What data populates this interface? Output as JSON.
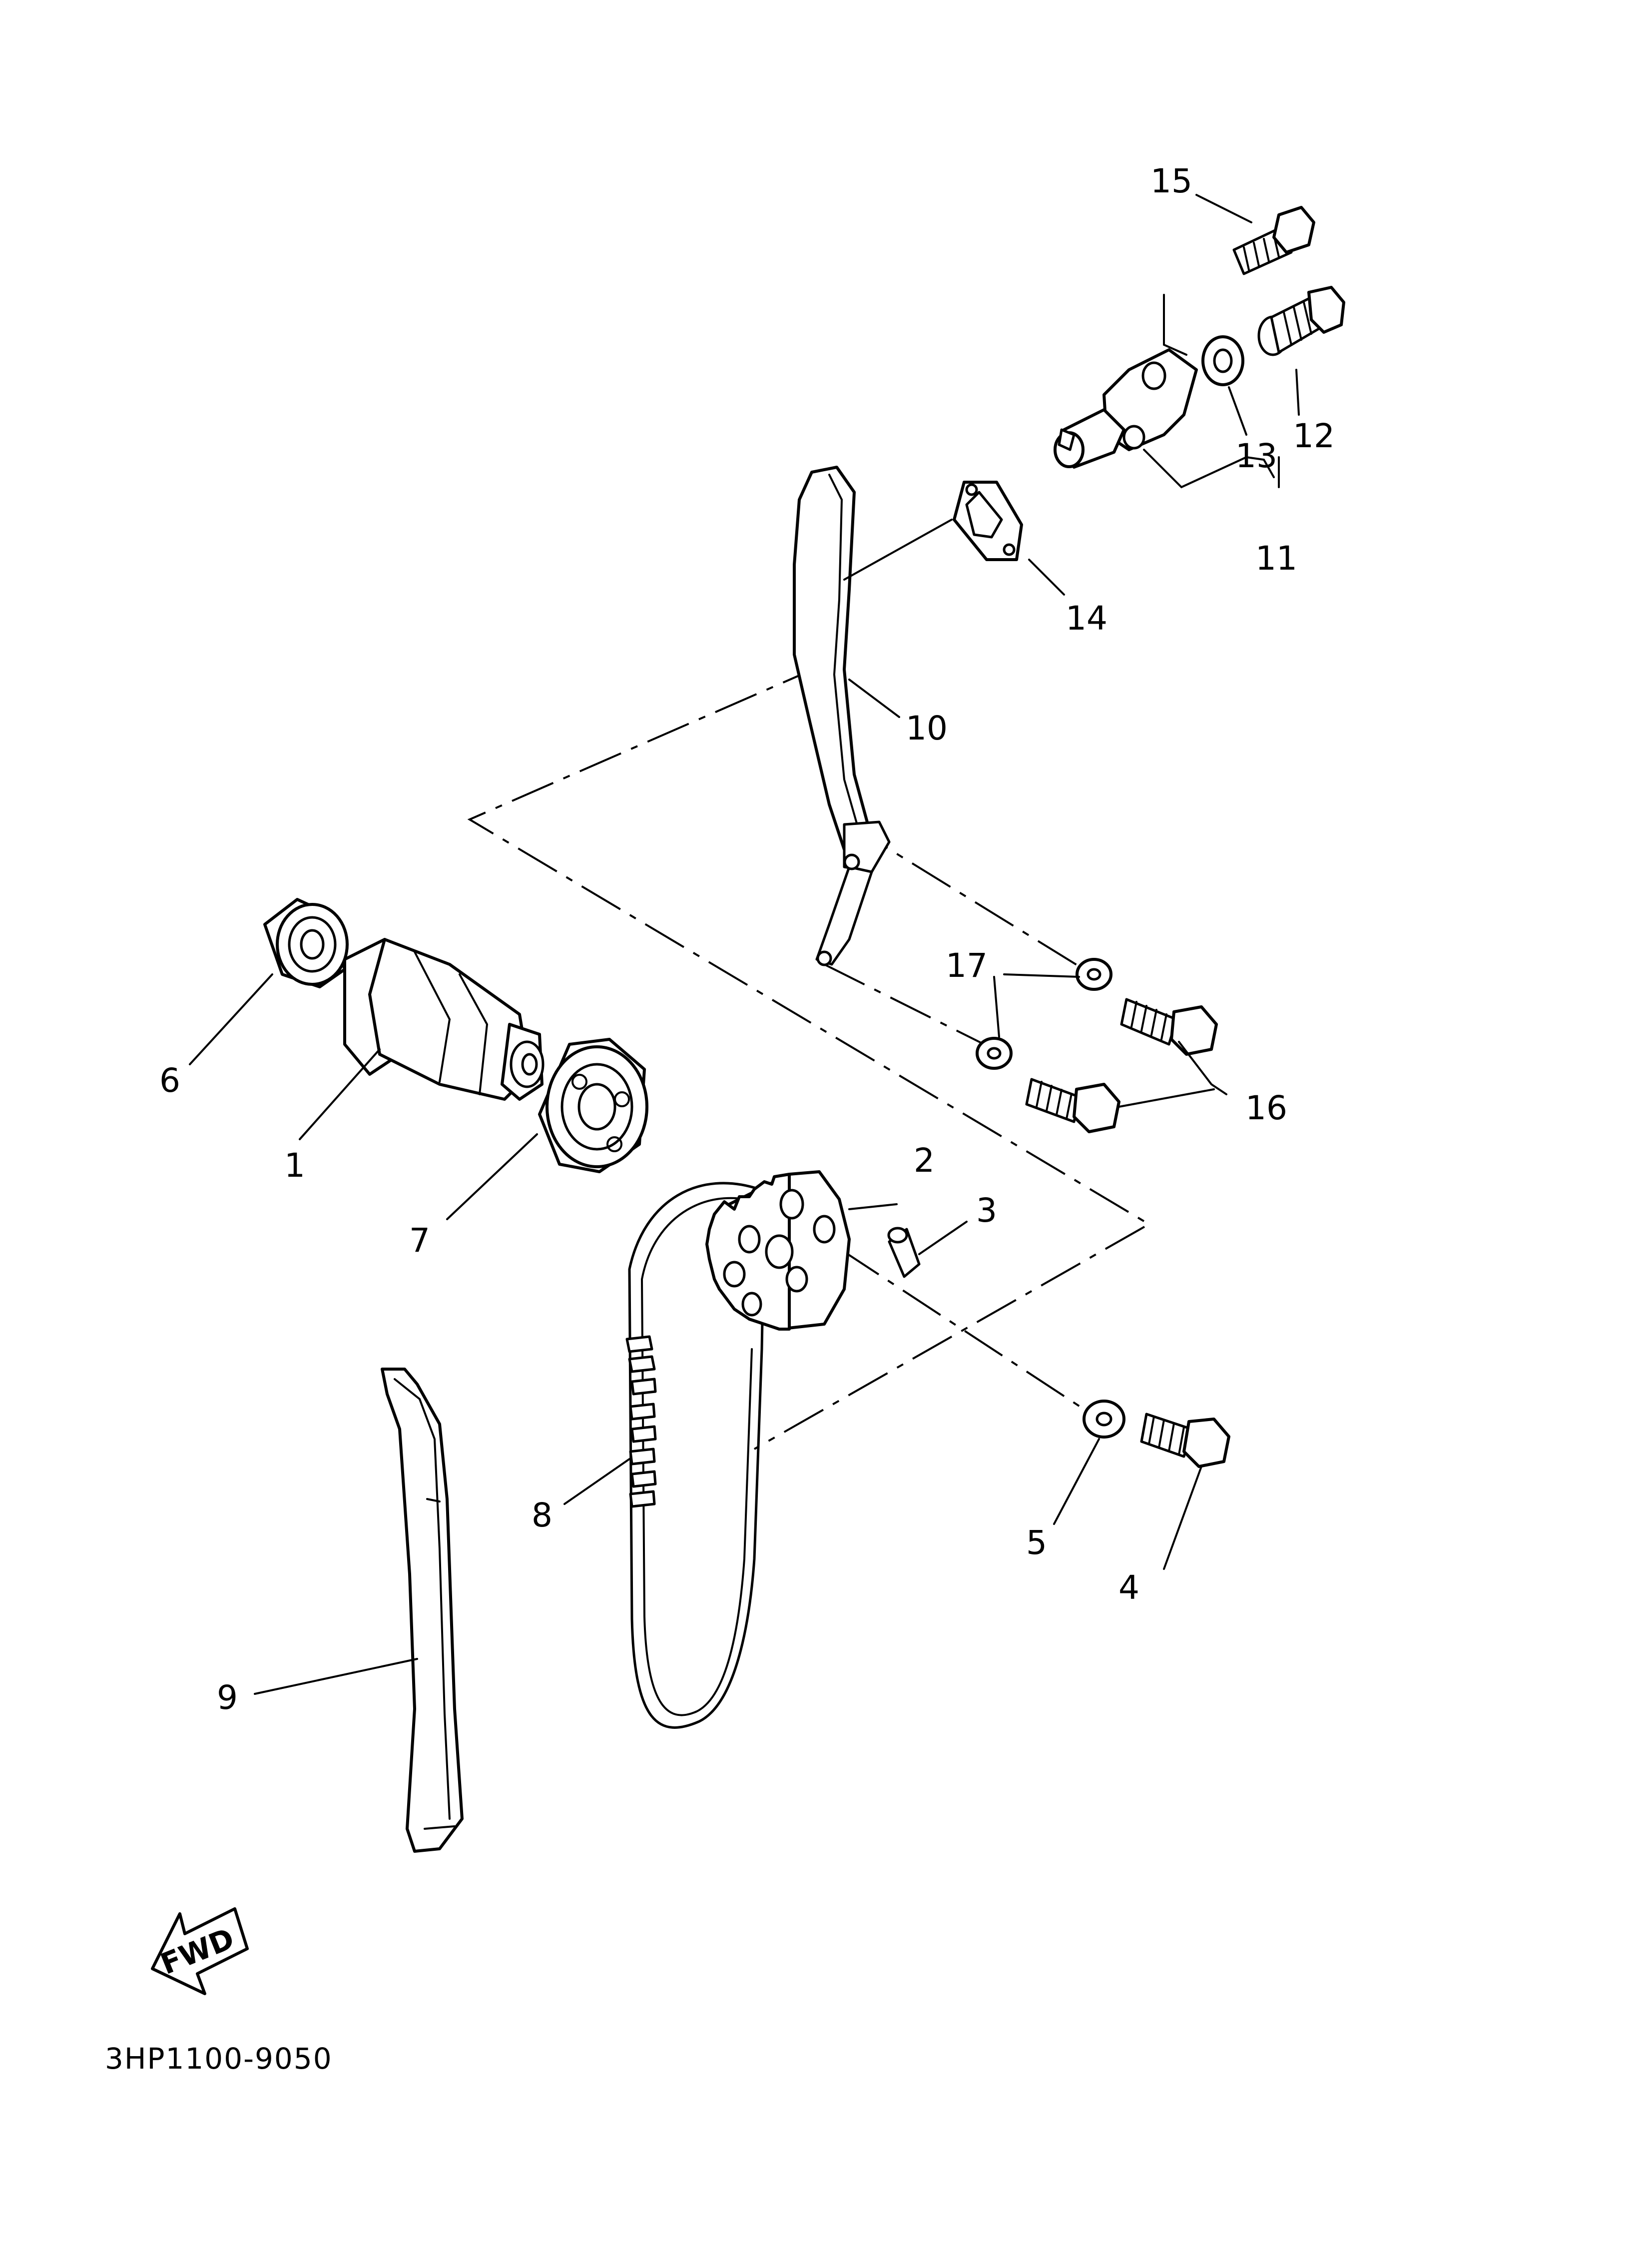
{
  "callouts": {
    "c1": "1",
    "c2": "2",
    "c3": "3",
    "c4": "4",
    "c5": "5",
    "c6": "6",
    "c7": "7",
    "c8": "8",
    "c9": "9",
    "c10": "10",
    "c11": "11",
    "c12": "12",
    "c13": "13",
    "c14": "14",
    "c15": "15",
    "c16": "16",
    "c17": "17"
  },
  "fwd_label": "FWD",
  "drawing_code": "3HP1100-9050"
}
